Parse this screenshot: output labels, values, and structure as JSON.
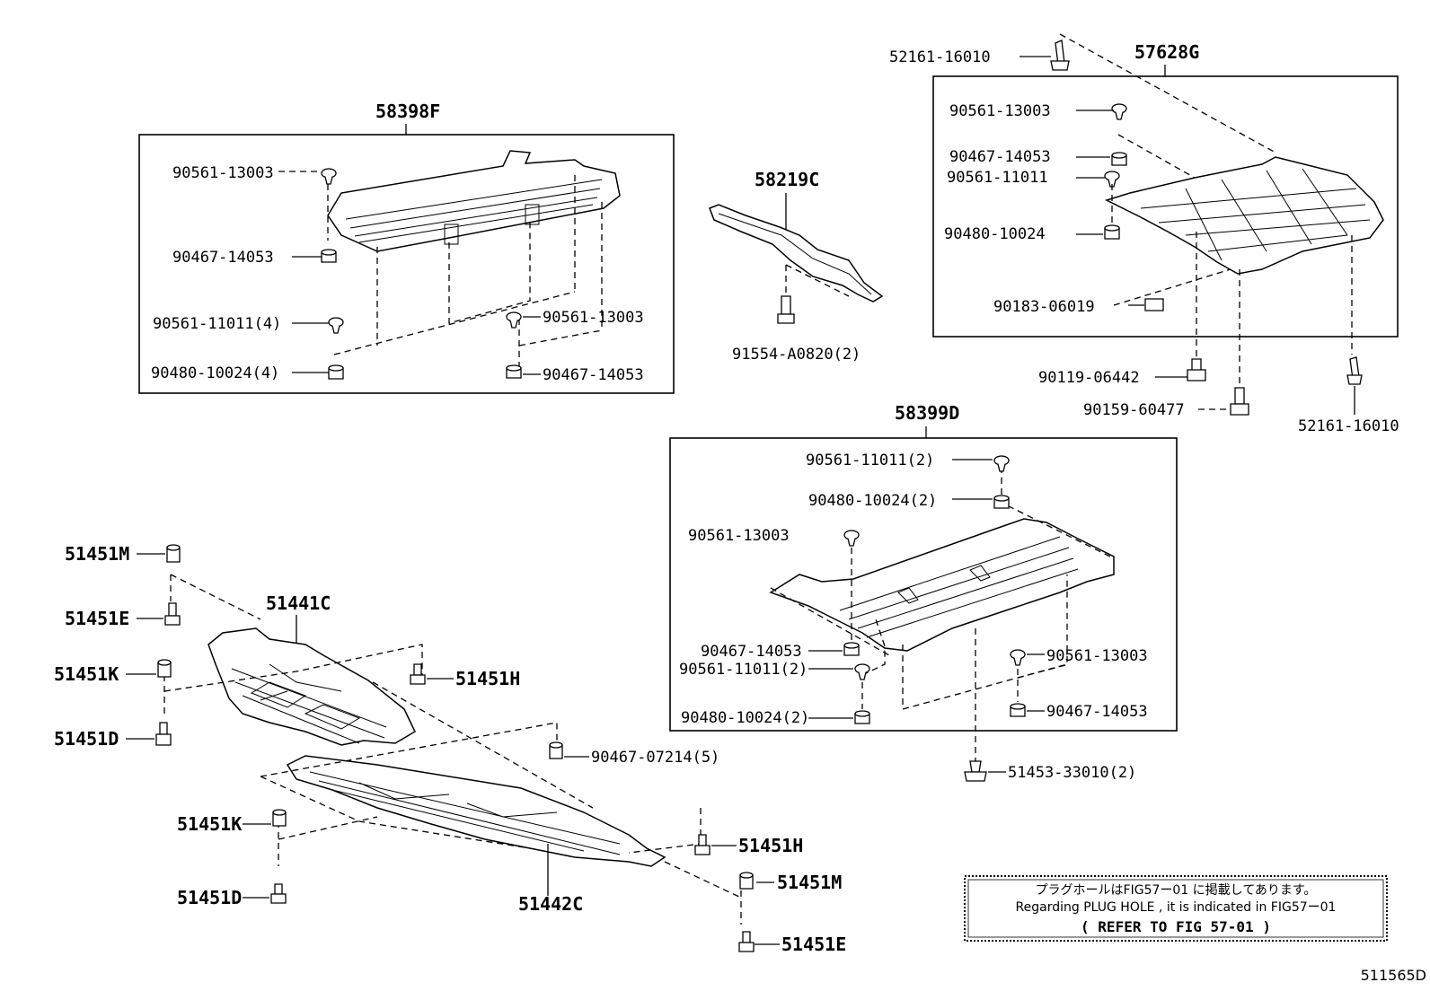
{
  "diagram_code": "511565D",
  "groups": {
    "g58398F": "58398F",
    "g58219C": "58219C",
    "g57628G": "57628G",
    "g58399D": "58399D",
    "g51441C": "51441C",
    "g51442C": "51442C"
  },
  "labels": {
    "b1_90561_13003_a": "90561-13003",
    "b1_90467_14053_a": "90467-14053",
    "b1_90561_11011": "90561-11011(4)",
    "b1_90480_10024": "90480-10024(4)",
    "b1_90561_13003_b": "90561-13003",
    "b1_90467_14053_b": "90467-14053",
    "c_91554": "91554-A0820(2)",
    "r_52161_top": "52161-16010",
    "b2_90561_13003": "90561-13003",
    "b2_90467_14053": "90467-14053",
    "b2_90561_11011": "90561-11011",
    "b2_90480_10024": "90480-10024",
    "b2_90183_06019": "90183-06019",
    "r_90119_06442": "90119-06442",
    "r_90159_60477": "90159-60477",
    "r_52161_bottom": "52161-16010",
    "b3_90561_11011": "90561-11011(2)",
    "b3_90480_10024_a": "90480-10024(2)",
    "b3_90561_13003_a": "90561-13003",
    "b3_90467_14053_a": "90467-14053",
    "b3_90561_11011_b": "90561-11011(2)",
    "b3_90480_10024_b": "90480-10024(2)",
    "b3_90561_13003_b": "90561-13003",
    "b3_90467_14053_b": "90467-14053",
    "m_51453": "51453-33010(2)",
    "l_51451M_a": "51451M",
    "l_51451E_a": "51451E",
    "l_51451K_a": "51451K",
    "l_51451D_a": "51451D",
    "l_51451H_a": "51451H",
    "l_90467_07214": "90467-07214(5)",
    "l_51451K_b": "51451K",
    "l_51451D_b": "51451D",
    "l_51451H_b": "51451H",
    "l_51451M_b": "51451M",
    "l_51451E_b": "51451E"
  },
  "note": {
    "line1": "プラグホールはFIG57ー01 に掲載してあります。",
    "line2": "Regarding  PLUG HOLE , it is  indicated  in  FIG57ー01",
    "line3": "(  REFER  TO  FIG  57-01  )"
  }
}
